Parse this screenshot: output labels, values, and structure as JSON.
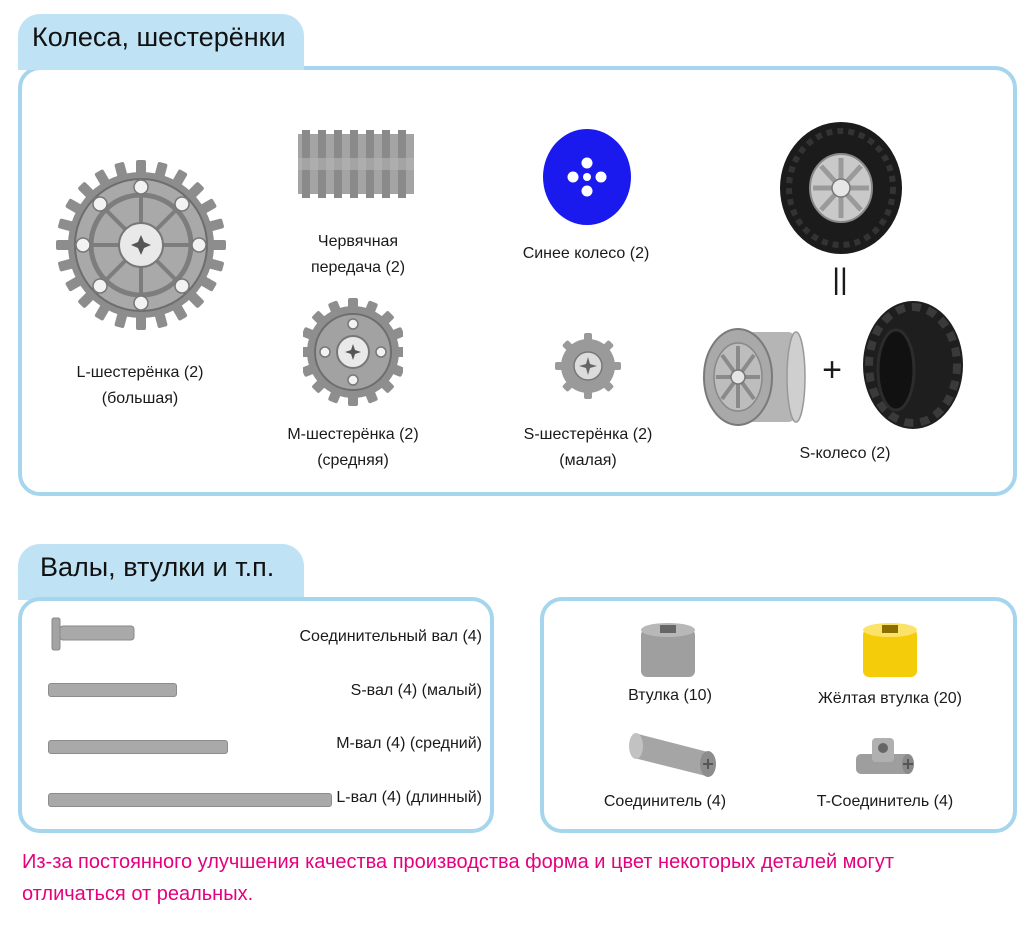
{
  "sections": {
    "wheels_title": "Колеса, шестерёнки",
    "axles_title": "Валы, втулки и т.п."
  },
  "wheels": {
    "l_gear_line1": "L-шестерёнка (2)",
    "l_gear_line2": "(большая)",
    "worm_line1": "Червячная",
    "worm_line2": "передача (2)",
    "blue_wheel": "Синее колесо (2)",
    "m_gear_line1": "M-шестерёнка (2)",
    "m_gear_line2": "(средняя)",
    "s_gear_line1": "S-шестерёнка (2)",
    "s_gear_line2": "(малая)",
    "equals": "||",
    "plus": "+",
    "s_wheel": "S-колесо (2)"
  },
  "axles": {
    "connector_axle": "Соединительный вал (4)",
    "s_axle": "S-вал (4) (малый)",
    "m_axle": "M-вал (4) (средний)",
    "l_axle": "L-вал (4) (длинный)"
  },
  "bushings": {
    "bushing": "Втулка (10)",
    "yellow_bushing": "Жёлтая втулка (20)",
    "connector": "Соединитель (4)",
    "t_connector": "T-Соединитель (4)"
  },
  "footnote": "Из-за постоянного улучшения качества производства форма и цвет некоторых деталей могут отличаться от реальных.",
  "colors": {
    "panel_border": "#a6d5ee",
    "tab_bg": "#bfe3f4",
    "note": "#e6007e",
    "blue_wheel": "#1a1aee",
    "yellow": "#f7d117"
  }
}
